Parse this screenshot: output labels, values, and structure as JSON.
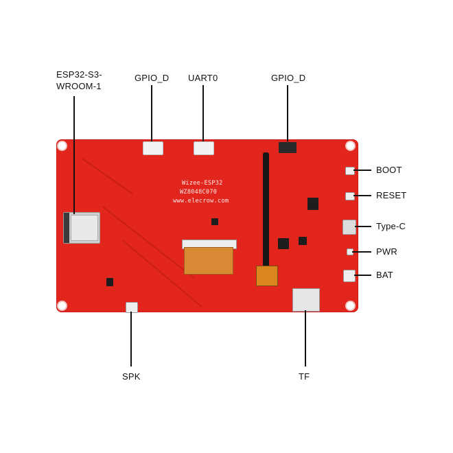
{
  "labels": {
    "esp32_module": "ESP32-S3-\nWROOM-1",
    "gpio_d_left": "GPIO_D",
    "uart0": "UART0",
    "gpio_d_right": "GPIO_D",
    "boot": "BOOT",
    "reset": "RESET",
    "type_c": "Type-C",
    "pwr": "PWR",
    "bat": "BAT",
    "spk": "SPK",
    "tf": "TF"
  },
  "silkscreen": {
    "product": "Wizee-ESP32",
    "model": "WZ8048C070",
    "url": "www.elecrow.com"
  },
  "colors": {
    "board": "#e3261d",
    "leader_line": "#111111",
    "fpc": "#d98a35"
  }
}
